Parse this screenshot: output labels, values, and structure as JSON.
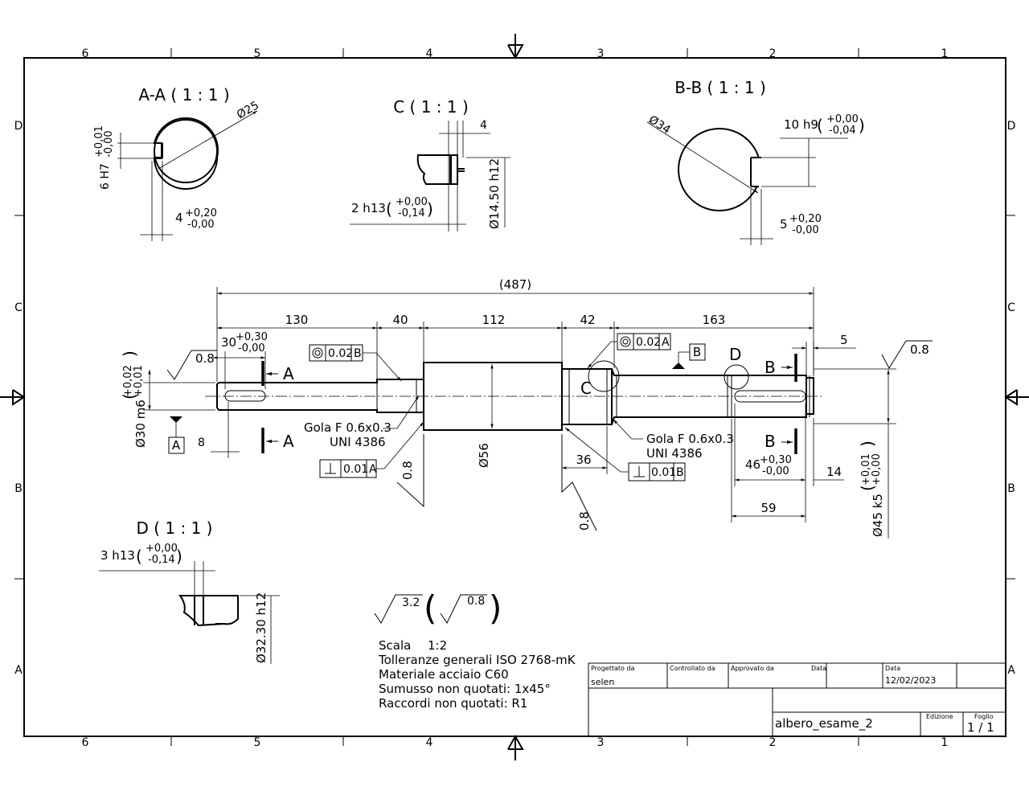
{
  "border": {
    "columns": [
      "6",
      "5",
      "4",
      "3",
      "2",
      "1"
    ],
    "rows": [
      "D",
      "C",
      "B",
      "A"
    ]
  },
  "views": {
    "aa": {
      "title": "A-A ( 1 : 1 )",
      "diameter": "Ø25",
      "keyway_width": "6 H7",
      "keyway_width_tol": [
        "+0,01",
        "-0,00"
      ],
      "keyway_depth": "4",
      "keyway_depth_tol": [
        "+0,20",
        "-0,00"
      ]
    },
    "c": {
      "title": "C ( 1 : 1 )",
      "dim_top": "4",
      "groove_width": "2 h13",
      "groove_width_tol": [
        "+0,00",
        "-0,14"
      ],
      "groove_diameter": "Ø14.50 h12"
    },
    "bb": {
      "title": "B-B ( 1 : 1 )",
      "diameter": "Ø34",
      "key_width": "10 h9",
      "key_width_tol": [
        "+0,00",
        "-0,04"
      ],
      "key_depth": "5",
      "key_depth_tol": [
        "+0,20",
        "-0,00"
      ]
    },
    "d": {
      "title": "D ( 1 : 1 )",
      "groove_width": "3 h13",
      "groove_width_tol": [
        "+0,00",
        "-0,14"
      ],
      "groove_diameter": "Ø32.30 h12"
    }
  },
  "shaft": {
    "total_length": "(487)",
    "segments": [
      "130",
      "40",
      "112",
      "42",
      "163"
    ],
    "keyway_left_length": "30",
    "keyway_left_tol": [
      "+0,30",
      "-0,00"
    ],
    "keyway_left_offset": "8",
    "left_diameter": "Ø30 m6",
    "left_diameter_tol": [
      "+0,02",
      "+0,01"
    ],
    "center_diameter": "Ø56",
    "right_diameter": "Ø45 k5",
    "right_diameter_tol": [
      "+0,01",
      "+0,00"
    ],
    "dim_36": "36",
    "dim_5": "5",
    "dim_14": "14",
    "dim_59": "59",
    "keyway_right_length": "46",
    "keyway_right_tol": [
      "+0,30",
      "-0,00"
    ],
    "roughness": "0.8",
    "detail_c": "C",
    "detail_d": "D",
    "section_a": "A",
    "section_b": "B",
    "datum_a": "A",
    "datum_b": "B",
    "groove_note": "Gola F 0.6x0.3",
    "groove_std": "UNI 4386",
    "fcf_concentric_1": {
      "value": "0.02",
      "datum": "B"
    },
    "fcf_concentric_2": {
      "value": "0.02",
      "datum": "A"
    },
    "fcf_perp_1": {
      "value": "0.01",
      "datum": "A"
    },
    "fcf_perp_2": {
      "value": "0.01",
      "datum": "B"
    }
  },
  "general_roughness": {
    "main": "3.2",
    "other": "0.8"
  },
  "notes": {
    "scala_label": "Scala",
    "scala_value": "1:2",
    "tolleranze": "Tolleranze generali ISO 2768-mK",
    "materiale": "Materiale  acciaio C60",
    "smussi": "Sumusso non quotati: 1x45°",
    "raccordi": "Raccordi non quotati: R1"
  },
  "title_block": {
    "progettato_label": "Progettato da",
    "progettato_value": "selen",
    "controllato_label": "Controllato da",
    "approvato_label": "Approvato da",
    "data_label_1": "Data",
    "data_label_2": "Data",
    "data_value": "12/02/2023",
    "title": "albero_esame_2",
    "edizione_label": "Edizione",
    "foglio_label": "Foglio",
    "foglio_value": "1 / 1"
  }
}
